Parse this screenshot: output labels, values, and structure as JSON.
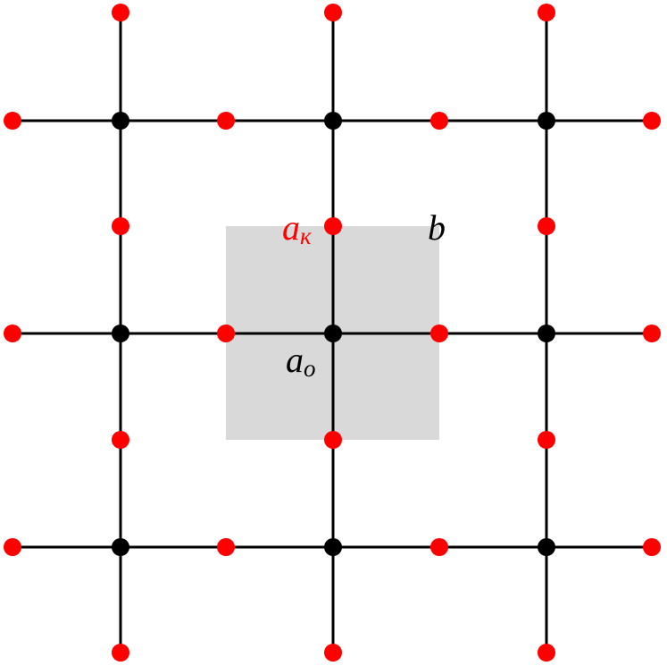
{
  "colors": {
    "background": "#ffffff",
    "unit_cell": "#d9d9d9",
    "bond": "#000000",
    "site_a_o": "#000000",
    "site_a_k": "#ff0000",
    "label_a_o": "#000000",
    "label_a_k": "#ff0000",
    "label_b": "#000000"
  },
  "labels": {
    "a_o": {
      "base": "a",
      "sub": "o"
    },
    "a_k": {
      "base": "a",
      "sub": "к"
    },
    "b": "b"
  }
}
